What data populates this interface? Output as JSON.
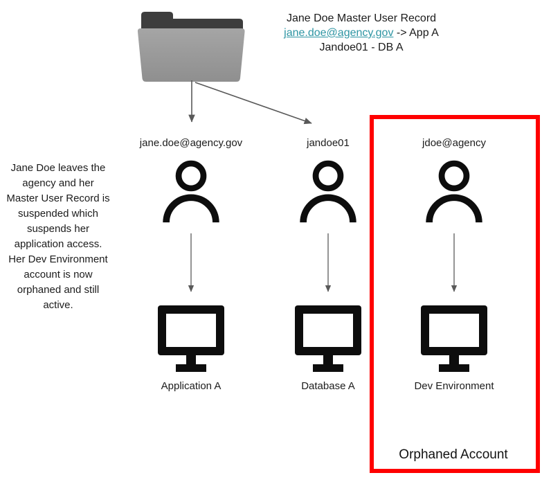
{
  "master_record": {
    "title": "Jane Doe Master User Record",
    "link_text": "jane.doe@agency.gov",
    "link_suffix": " -> App A",
    "line3": "Jandoe01 - DB A"
  },
  "note": "Jane Doe leaves the agency and her Master User Record is suspended which suspends her application access. Her Dev Environment account is now orphaned and still active.",
  "accounts": [
    {
      "name": "jane.doe@agency.gov",
      "resource": "Application A"
    },
    {
      "name": "jandoe01",
      "resource": "Database A"
    },
    {
      "name": "jdoe@agency",
      "resource": "Dev Environment"
    }
  ],
  "orphaned_box_label": "Orphaned Account",
  "icons": {
    "source": "folder-icon",
    "account": "person-icon",
    "resource": "monitor-icon",
    "connector": "arrow-down"
  },
  "colors": {
    "highlight_red": "#ff0000",
    "link_teal": "#2e95a3",
    "arrow_gray": "#595959",
    "icon_black": "#0d0d0d",
    "folder_front": "#9a9a9a",
    "folder_back": "#3d3d3d",
    "text": "#1b1b1b"
  }
}
